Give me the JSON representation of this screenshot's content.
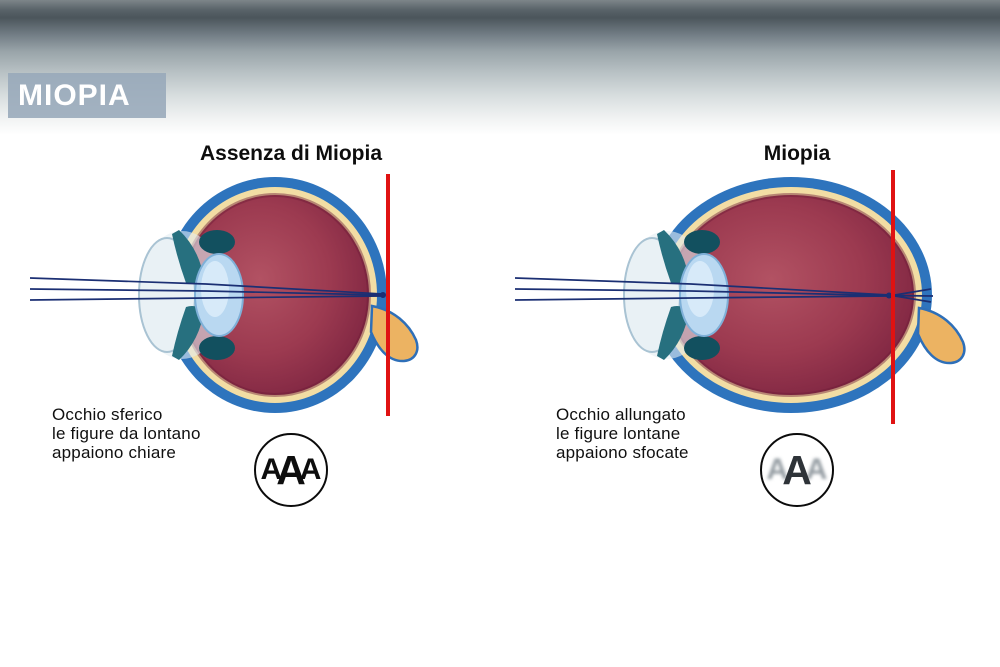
{
  "header": {
    "title": "MIOPIA"
  },
  "panels": [
    {
      "id": "normal",
      "title": "Assenza di Miopia",
      "caption_lines": [
        "Occhio sferico",
        "le figure da lontano",
        "appaiono chiare"
      ],
      "acuity_letters": [
        "A",
        "A",
        "A"
      ],
      "acuity_blurred": false
    },
    {
      "id": "myopia",
      "title": "Miopia",
      "caption_lines": [
        "Occhio allungato",
        "le figure lontane",
        "appaiono sfocate"
      ],
      "acuity_letters": [
        "A",
        "A",
        "A"
      ],
      "acuity_blurred": true
    }
  ],
  "colors": {
    "focal_line": "#e01212",
    "sclera_ring": "#2e74bd",
    "choroid": "#f2dda4",
    "vitreous": "#9c3a50",
    "lens": "#b9d8f1",
    "light_ray": "#1b2f73",
    "optic_nerve": "#ecb362",
    "header_label_bg": "#97a8ba"
  }
}
